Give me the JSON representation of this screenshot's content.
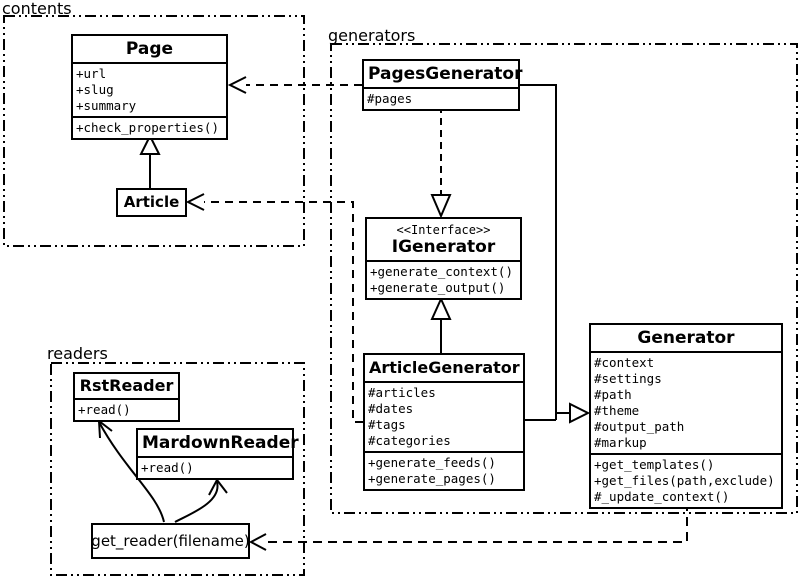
{
  "packages": {
    "contents": {
      "label": "contents"
    },
    "generators": {
      "label": "generators"
    },
    "readers": {
      "label": "readers"
    }
  },
  "classes": {
    "page": {
      "name": "Page",
      "attributes": [
        "+url",
        "+slug",
        "+summary"
      ],
      "methods": [
        "+check_properties()"
      ]
    },
    "article": {
      "name": "Article"
    },
    "pages_generator": {
      "name": "PagesGenerator",
      "attributes": [
        "#pages"
      ]
    },
    "igenerator": {
      "stereotype": "<<Interface>>",
      "name": "IGenerator",
      "methods": [
        "+generate_context()",
        "+generate_output()"
      ]
    },
    "article_generator": {
      "name": "ArticleGenerator",
      "attributes": [
        "#articles",
        "#dates",
        "#tags",
        "#categories"
      ],
      "methods": [
        "+generate_feeds()",
        "+generate_pages()"
      ]
    },
    "generator": {
      "name": "Generator",
      "attributes": [
        "#context",
        "#settings",
        "#path",
        "#theme",
        "#output_path",
        "#markup"
      ],
      "methods": [
        "+get_templates()",
        "+get_files(path,exclude)",
        "#_update_context()"
      ]
    },
    "rst_reader": {
      "name": "RstReader",
      "methods": [
        "+read()"
      ]
    },
    "mardown_reader": {
      "name": "MardownReader",
      "methods": [
        "+read()"
      ]
    },
    "get_reader": {
      "label": "get_reader(filename)"
    }
  },
  "relationships": [
    {
      "from": "Article",
      "to": "Page",
      "type": "inheritance"
    },
    {
      "from": "PagesGenerator",
      "to": "Page",
      "type": "dependency"
    },
    {
      "from": "ArticleGenerator",
      "to": "Article",
      "type": "dependency"
    },
    {
      "from": "PagesGenerator",
      "to": "IGenerator",
      "type": "realization"
    },
    {
      "from": "ArticleGenerator",
      "to": "IGenerator",
      "type": "inheritance"
    },
    {
      "from": "PagesGenerator",
      "to": "Generator",
      "type": "inheritance"
    },
    {
      "from": "ArticleGenerator",
      "to": "Generator",
      "type": "inheritance"
    },
    {
      "from": "Generator",
      "to": "get_reader(filename)",
      "type": "dependency"
    },
    {
      "from": "get_reader(filename)",
      "to": "RstReader",
      "type": "arrow"
    },
    {
      "from": "get_reader(filename)",
      "to": "MardownReader",
      "type": "arrow"
    }
  ],
  "colors": {
    "line": "#000000",
    "background": "#ffffff",
    "box_fill": "#ffffff"
  }
}
